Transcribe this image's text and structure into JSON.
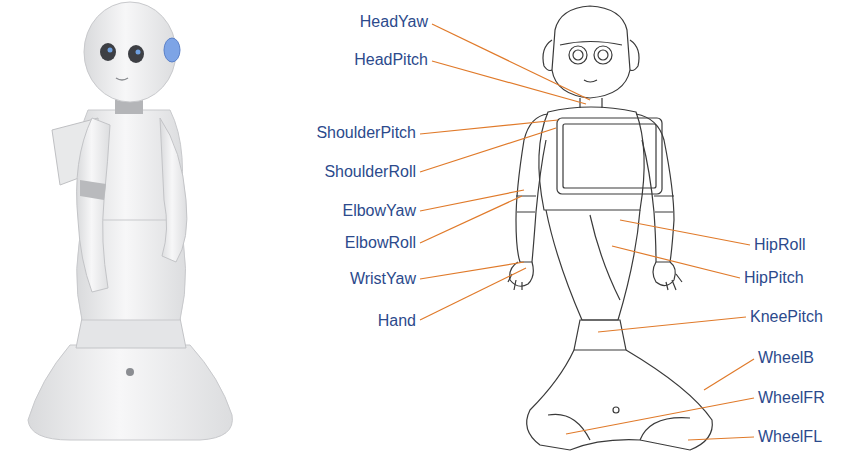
{
  "diagram": {
    "labels": [
      "HeadYaw",
      "HeadPitch",
      "ShoulderPitch",
      "ShoulderRoll",
      "ElbowYaw",
      "ElbowRoll",
      "WristYaw",
      "Hand",
      "HipRoll",
      "HipPitch",
      "KneePitch",
      "WheelB",
      "WheelFR",
      "WheelFL"
    ]
  }
}
